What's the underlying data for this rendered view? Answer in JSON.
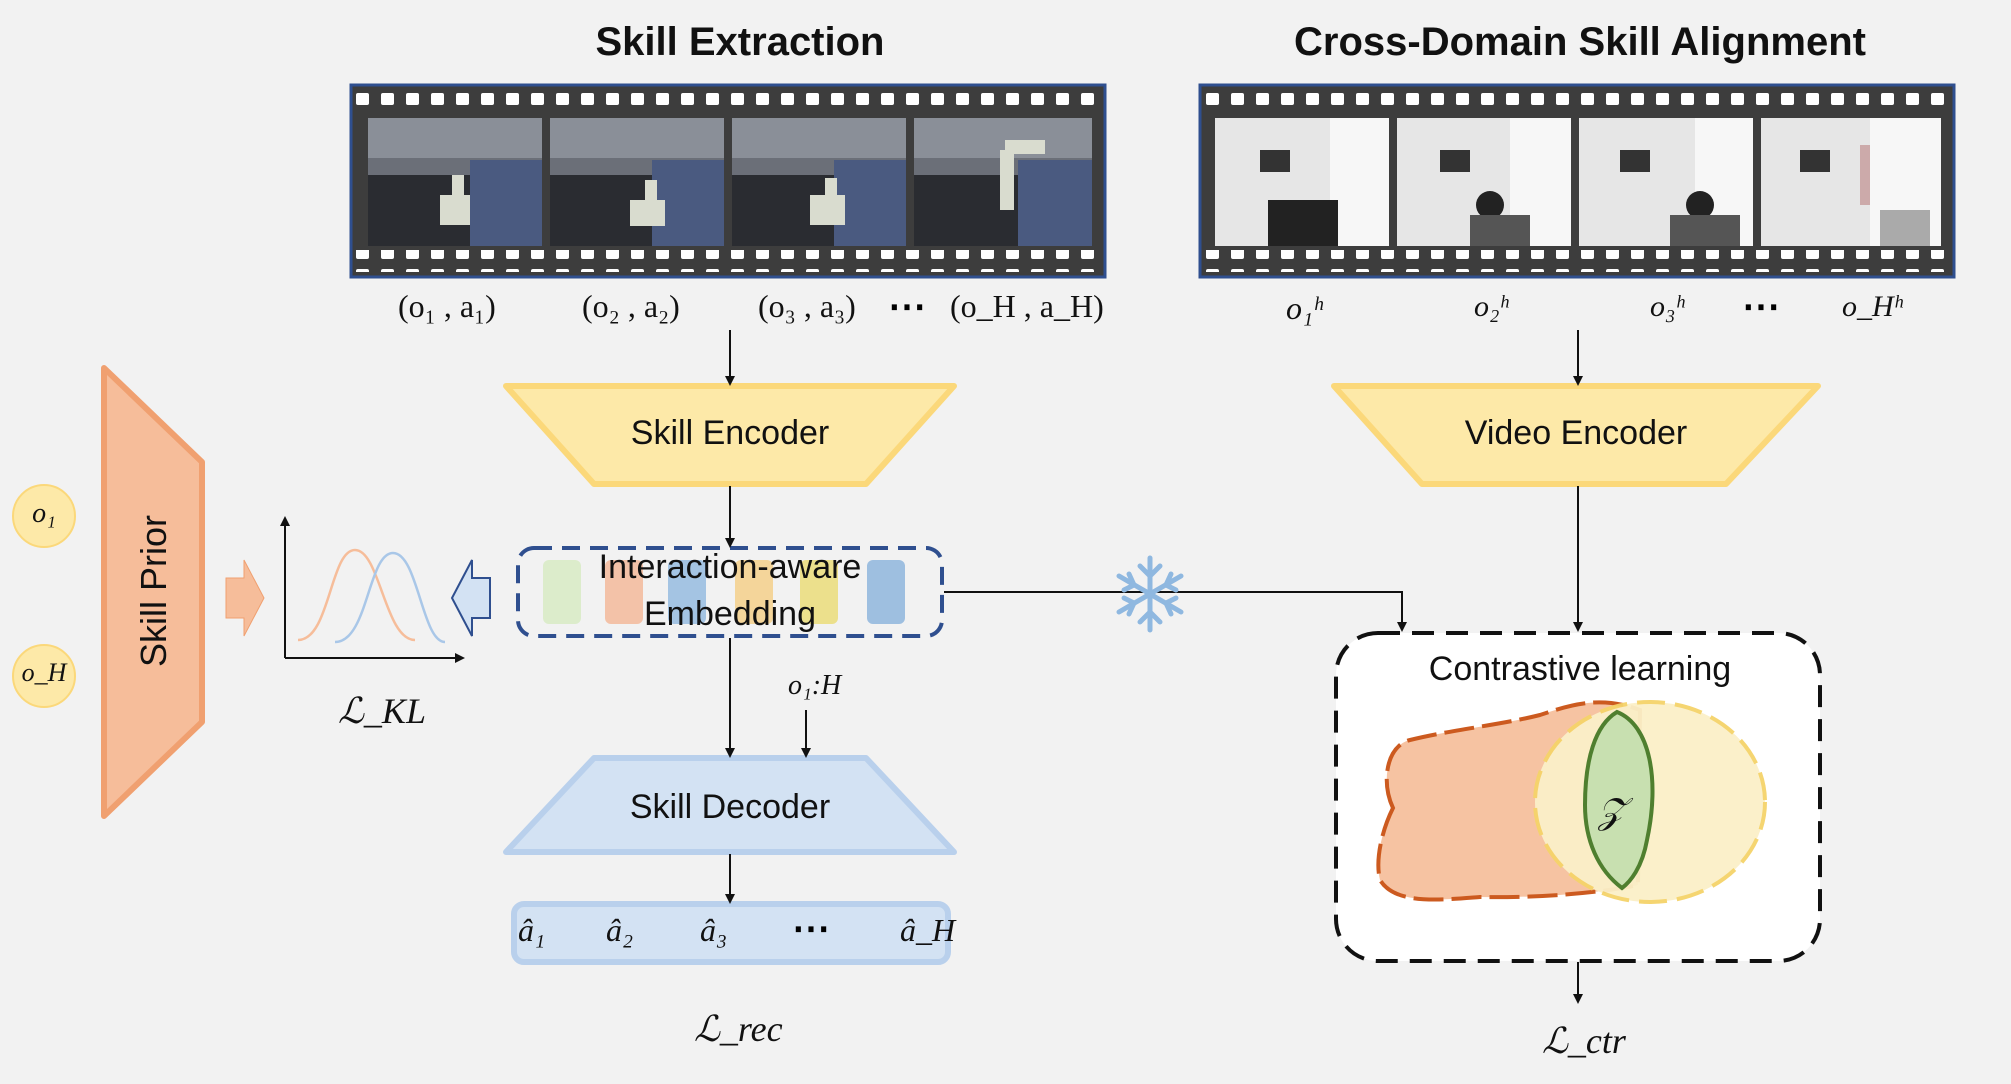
{
  "titles": {
    "skill_extraction": "Skill Extraction",
    "cross_domain": "Cross-Domain Skill Alignment"
  },
  "robot_pairs": [
    "(o₁ , a₁)",
    "(o₂ , a₂)",
    "(o₃ , a₃)",
    "⋯",
    "(o_H , a_H)"
  ],
  "human_obs": [
    "o₁ʰ",
    "o₂ʰ",
    "o₃ʰ",
    "⋯",
    "o_Hʰ"
  ],
  "blocks": {
    "skill_encoder": "Skill Encoder",
    "video_encoder": "Video Encoder",
    "embedding_line1": "Interaction-aware",
    "embedding_line2": "Embedding",
    "skill_decoder": "Skill Decoder",
    "skill_prior": "Skill Prior",
    "contrastive": "Contrastive learning"
  },
  "inputs": {
    "o1": "o₁",
    "oH": "o_H",
    "o1H": "o₁:H"
  },
  "outputs": [
    "â₁",
    "â₂",
    "â₃",
    "⋯",
    "â_H"
  ],
  "losses": {
    "kl": "ℒ_KL",
    "rec": "ℒ_rec",
    "ctr": "ℒ_ctr"
  },
  "latent_symbol": "𝒵",
  "freeze_icon": "snowflake-icon",
  "colors": {
    "encoder_fill": "#fde9a8",
    "encoder_border": "#fbd87a",
    "decoder_fill": "#d3e2f3",
    "decoder_border": "#b9d0ec",
    "prior_fill": "#f6bd9a",
    "prior_border": "#f0a070",
    "embedding_border": "#2f4f8f",
    "film_border": "#2f4f8f",
    "film_bg": "#3a3a3a",
    "robot_region": "#f6c3a2",
    "human_region": "#fbf0c8",
    "latent_region": "#c8e0b0"
  }
}
